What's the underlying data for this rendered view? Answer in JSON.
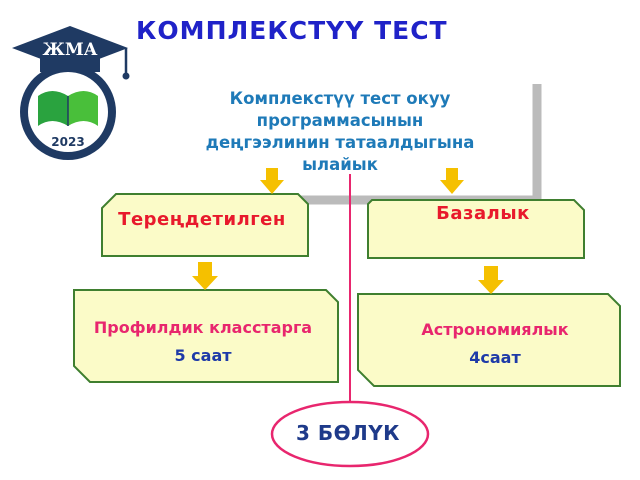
{
  "title": "КОМПЛЕКСТҮҮ   ТЕСТ",
  "logo": {
    "banner": "ЖМА",
    "year": "2023"
  },
  "intro_lines": [
    "Комплекстүү  тест окуу",
    "программасынын",
    "деңгээлинин  татаалдыгына",
    "ылайык"
  ],
  "boxes": {
    "advanced": "Тереңдетилген",
    "basic": "Базалык",
    "profile": {
      "line1": "Профилдик класстарга",
      "line2": "5 саат"
    },
    "astronomy": {
      "line1": "Астрономиялык",
      "line2": "4саат"
    }
  },
  "final": "3 БӨЛҮК",
  "colors": {
    "title": "#1f22c8",
    "intro": "#1e7ab8",
    "box_fill": "#fbfbc8",
    "box_border": "#3f7f2f",
    "arrow": "#f5c000",
    "connector": "#e8266e",
    "bracket": "#b4b4b4"
  }
}
